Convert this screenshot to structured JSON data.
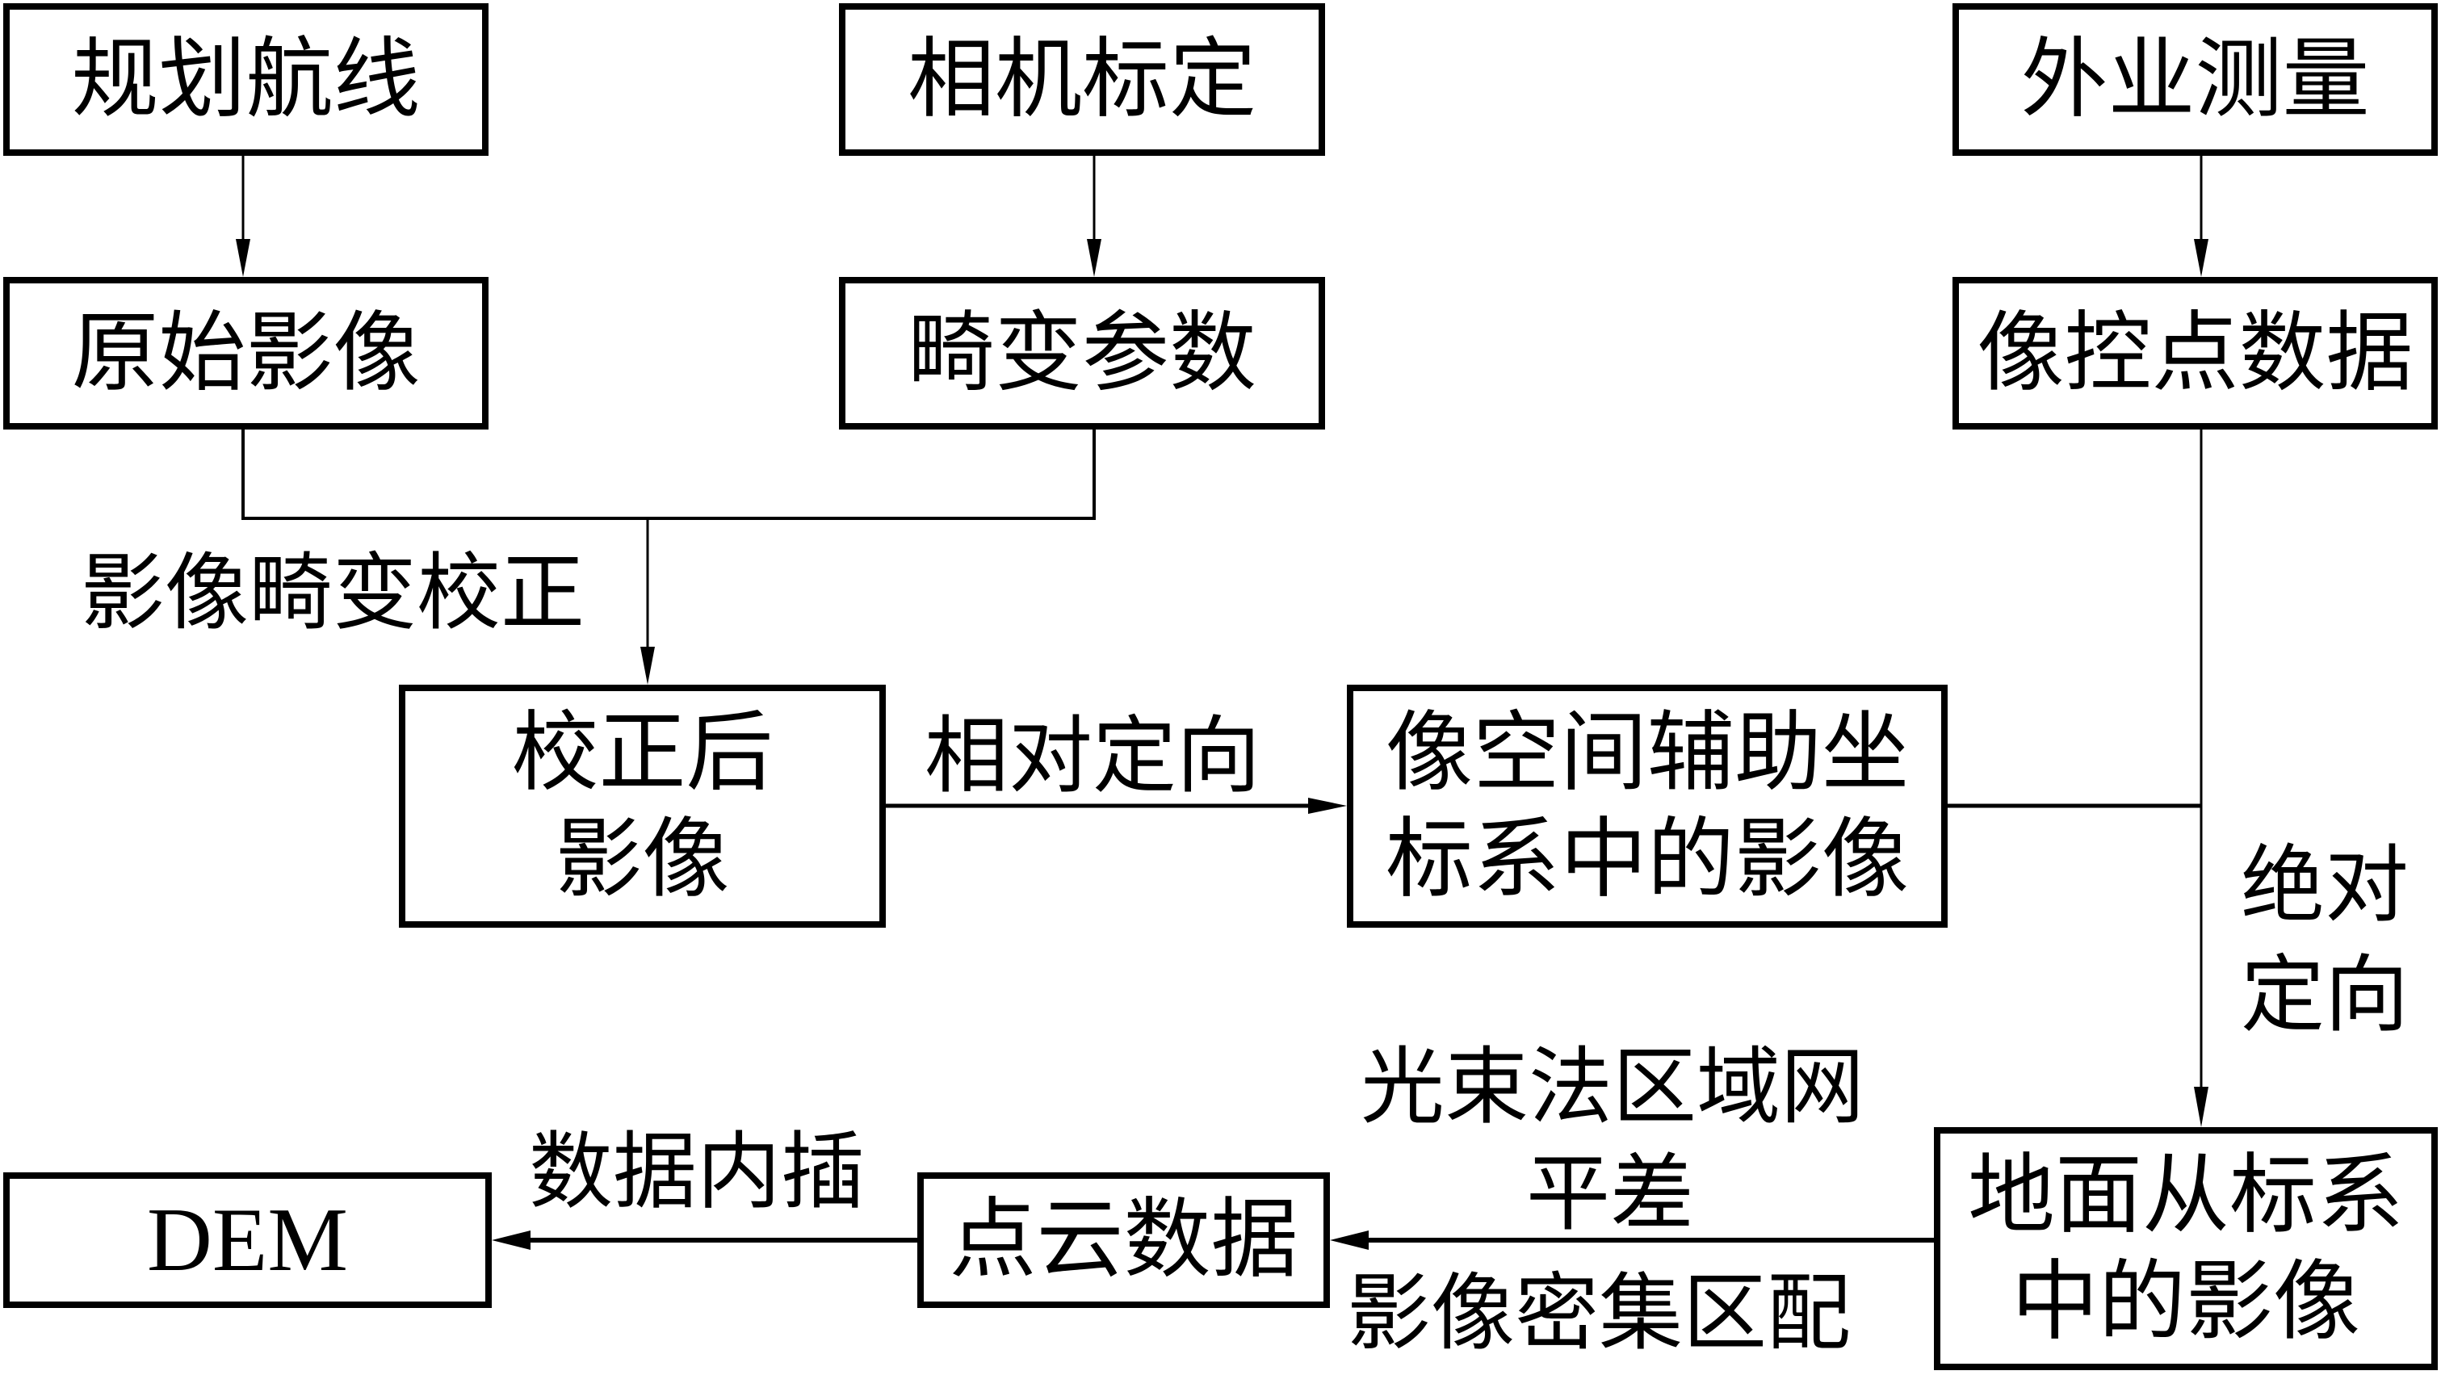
{
  "diagram": {
    "nodes": {
      "plan_route": "规划航线",
      "camera_calibration": "相机标定",
      "field_survey": "外业测量",
      "raw_images": "原始影像",
      "distortion_params": "畸变参数",
      "control_point_data": "像控点数据",
      "corrected_images_line1": "校正后",
      "corrected_images_line2": "影像",
      "image_space_line1": "像空间辅助坐",
      "image_space_line2": "标系中的影像",
      "ground_coords_line1": "地面从标系",
      "ground_coords_line2": "中的影像",
      "point_cloud": "点云数据",
      "dem": "DEM"
    },
    "edge_labels": {
      "distortion_correction": "影像畸变校正",
      "relative_orientation": "相对定向",
      "absolute_orientation_line1": "绝对",
      "absolute_orientation_line2": "定向",
      "bundle_adjustment_line1": "光束法区域网",
      "bundle_adjustment_line2": "平差",
      "dense_matching": "影像密集区配",
      "data_interpolation": "数据内插"
    }
  }
}
